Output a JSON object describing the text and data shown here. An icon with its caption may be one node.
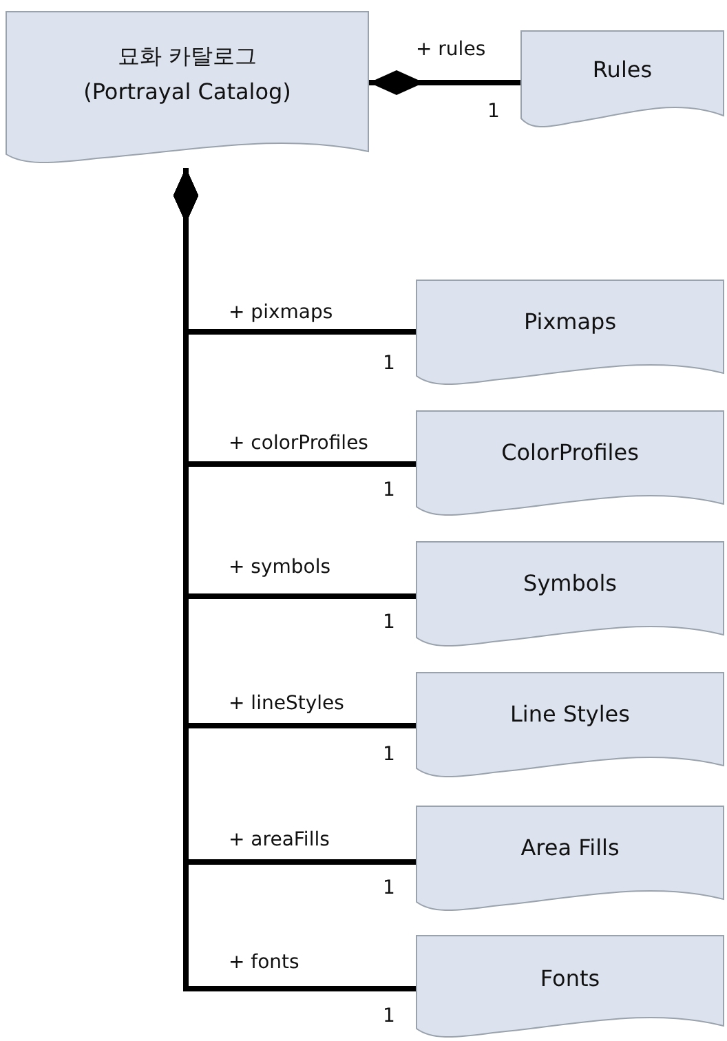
{
  "diagram": {
    "nodes": [
      {
        "text": [
          "묘화 카탈로그 (Portrayal Catalog)"
        ]
      },
      {
        "text": [
          "Rules"
        ]
      },
      {
        "text": [
          "Pixmaps"
        ]
      },
      {
        "text": [
          "ColorProfiles"
        ]
      },
      {
        "text": [
          "Symbols"
        ]
      },
      {
        "text": [
          "Line Styles"
        ]
      },
      {
        "text": [
          "Area Fills"
        ]
      },
      {
        "text": [
          "Fonts"
        ]
      }
    ],
    "edges": [
      {
        "from": 0,
        "to": 1,
        "arrow": "other",
        "label": "+ rules"
      },
      {
        "from": 0,
        "to": 2,
        "arrow": "other",
        "label": "+ pixmaps"
      },
      {
        "from": 0,
        "to": 3,
        "arrow": "other",
        "label": "+ colorProfiles"
      },
      {
        "from": 0,
        "to": 4,
        "arrow": "other",
        "label": "+ symbols"
      },
      {
        "from": 0,
        "to": 5,
        "arrow": "other",
        "label": "+ lineStyles"
      },
      {
        "from": 0,
        "to": 6,
        "arrow": "other",
        "label": "+ areaFills"
      },
      {
        "from": 0,
        "to": 7,
        "arrow": "other",
        "label": "+ fonts"
      }
    ],
    "labels": [
      "1",
      "1",
      "1",
      "1",
      "1",
      "1",
      "1"
    ]
  }
}
